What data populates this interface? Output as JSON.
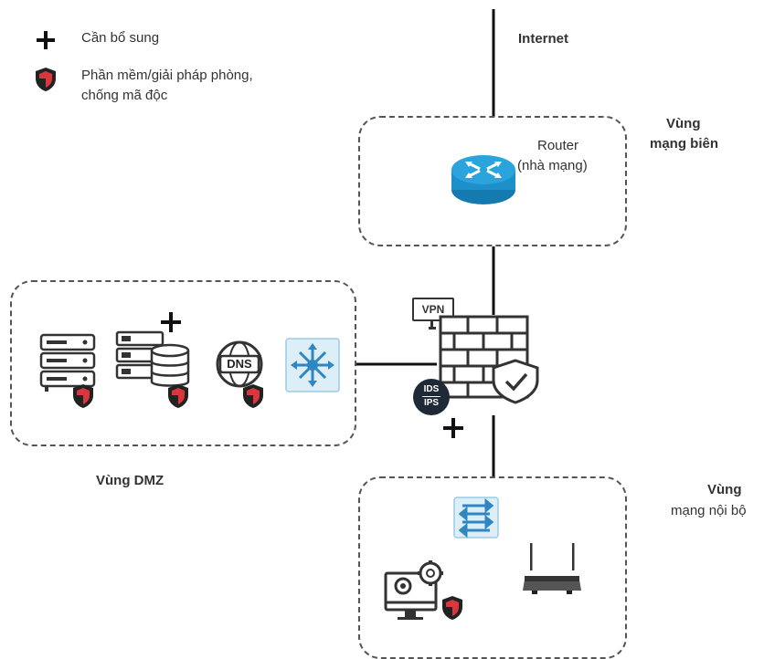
{
  "legend": {
    "add_needed": "Cần bổ sung",
    "antimalware_line1": "Phần mềm/giải pháp phòng,",
    "antimalware_line2": "chống mã độc"
  },
  "labels": {
    "internet": "Internet",
    "edge_zone_line1": "Vùng",
    "edge_zone_line2": "mạng biên",
    "router_line1": "Router",
    "router_line2": "(nhà mạng)",
    "dmz_zone": "Vùng DMZ",
    "internal_zone_line1": "Vùng",
    "internal_zone_line2": "mạng nội bộ",
    "vpn": "VPN",
    "dns": "DNS",
    "ids": "IDS",
    "ips": "IPS"
  },
  "colors": {
    "router_blue": "#1d8fc9",
    "shield_red": "#d9363e",
    "switch_blue": "#2f86c0",
    "ids_dark": "#1e2a38",
    "icon_dark": "#333333"
  }
}
